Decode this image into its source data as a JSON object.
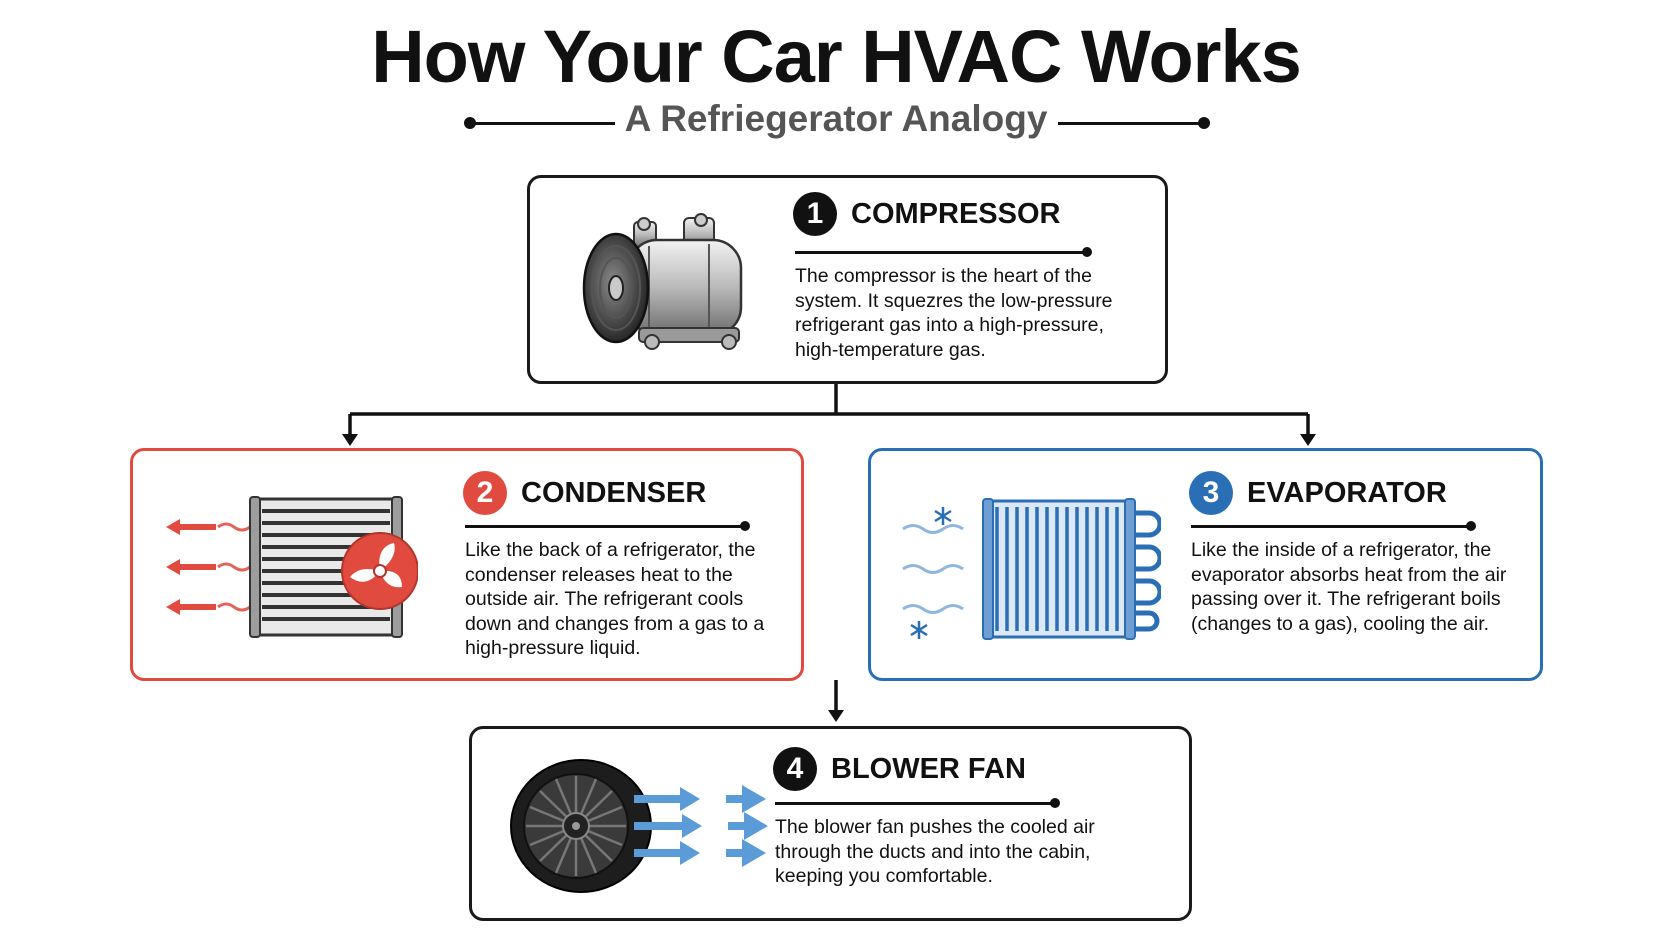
{
  "header": {
    "title": "How Your Car HVAC Works",
    "subtitle": "A Refriegerator Analogy"
  },
  "cards": [
    {
      "number": "1",
      "title": "COMPRESSOR",
      "description": "The compressor is the heart of the system. It squezres the low-pressure refrigerant gas into a high-pressure, high-temperature gas.",
      "icon": "compressor-icon",
      "accent": "#111111"
    },
    {
      "number": "2",
      "title": "CONDENSER",
      "description": "Like the back of a refrigerator, the condenser releases heat to the outside air. The refrigerant cools down and changes from a gas to a high-pressure liquid.",
      "icon": "condenser-icon",
      "accent": "#e04a3f"
    },
    {
      "number": "3",
      "title": "EVAPORATOR",
      "description": "Like the inside of a refrigerator, the evaporator absorbs heat from the air passing over it. The refrigerant boils (changes to a gas), cooling the air.",
      "icon": "evaporator-icon",
      "accent": "#2a6fb5"
    },
    {
      "number": "4",
      "title": "BLOWER FAN",
      "description": "The blower fan pushes the cooled air through the ducts and into the cabin, keeping you comfortable.",
      "icon": "blower-fan-icon",
      "accent": "#111111"
    }
  ]
}
